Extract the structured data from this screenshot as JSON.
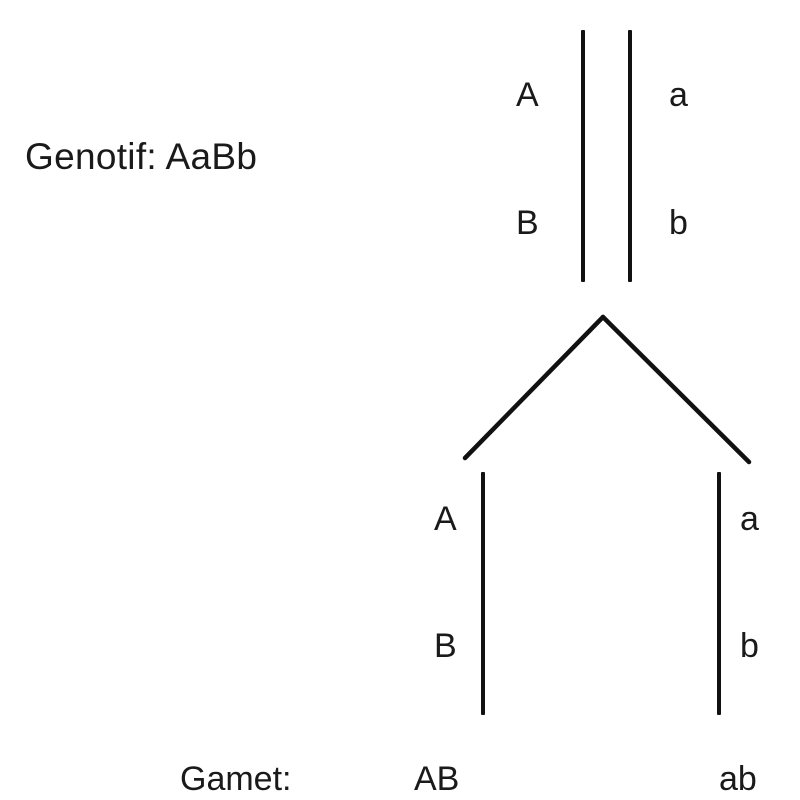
{
  "diagram": {
    "title_text": "Genotif: AaBb",
    "gamete_word": "Gamet:",
    "colors": {
      "background": "#ffffff",
      "text": "#1a1a1a",
      "stroke": "#111111"
    },
    "parent": {
      "left_chromatid_alleles": [
        "A",
        "B"
      ],
      "right_chromatid_alleles": [
        "a",
        "b"
      ]
    },
    "gametes": [
      {
        "alleles": [
          "A",
          "B"
        ],
        "label": "AB"
      },
      {
        "alleles": [
          "a",
          "b"
        ],
        "label": "ab"
      }
    ]
  }
}
